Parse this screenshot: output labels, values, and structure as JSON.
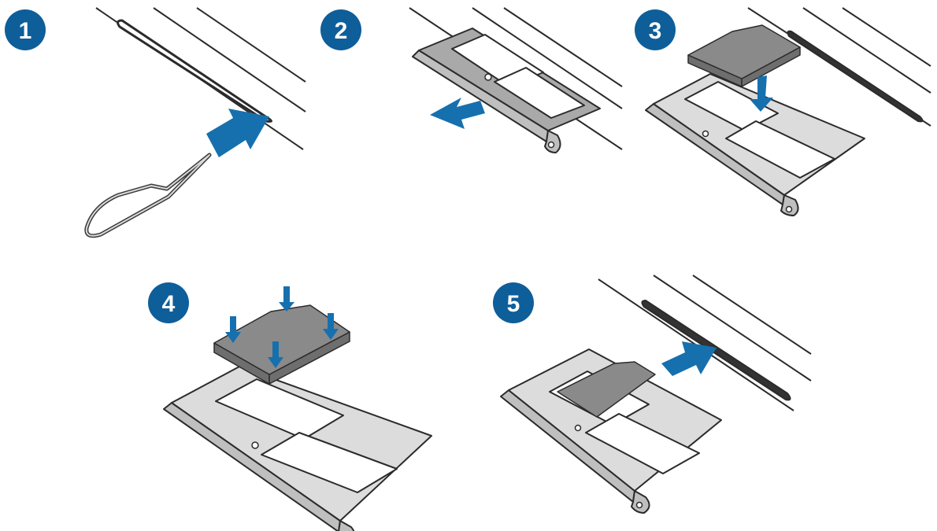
{
  "steps": [
    {
      "number": "1"
    },
    {
      "number": "2"
    },
    {
      "number": "3"
    },
    {
      "number": "4"
    },
    {
      "number": "5"
    }
  ],
  "colors": {
    "badge": "#0e5e9a",
    "arrow": "#1670ae",
    "tray": "#dcdcdc",
    "card": "#8a8a8a"
  },
  "icons": {
    "badge": "step-number-circle",
    "tool": "sim-ejection-pin",
    "arrow": "direction-arrow"
  }
}
